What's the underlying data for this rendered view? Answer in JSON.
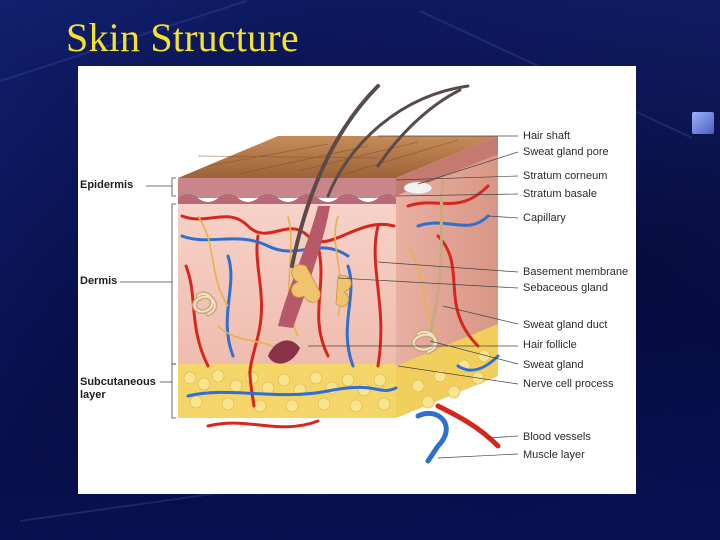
{
  "slide": {
    "title": "Skin Structure"
  },
  "diagram": {
    "left_labels": [
      {
        "key": "epidermis",
        "text": "Epidermis"
      },
      {
        "key": "dermis",
        "text": "Dermis"
      },
      {
        "key": "subcutaneous",
        "line1": "Subcutaneous",
        "line2": "layer"
      }
    ],
    "right_labels": [
      {
        "key": "hair-shaft",
        "text": "Hair shaft"
      },
      {
        "key": "sweat-gland-pore",
        "text": "Sweat gland pore"
      },
      {
        "key": "stratum-corneum",
        "text": "Stratum corneum"
      },
      {
        "key": "stratum-basale",
        "text": "Stratum basale"
      },
      {
        "key": "capillary",
        "text": "Capillary"
      },
      {
        "key": "basement-membrane",
        "text": "Basement membrane"
      },
      {
        "key": "sebaceous-gland",
        "text": "Sebaceous gland"
      },
      {
        "key": "sweat-gland-duct",
        "text": "Sweat gland duct"
      },
      {
        "key": "hair-follicle",
        "text": "Hair follicle"
      },
      {
        "key": "sweat-gland",
        "text": "Sweat gland"
      },
      {
        "key": "nerve-cell-process",
        "text": "Nerve cell process"
      },
      {
        "key": "blood-vessels",
        "text": "Blood vessels"
      },
      {
        "key": "muscle-layer",
        "text": "Muscle layer"
      }
    ]
  },
  "colors": {
    "title": "#f5e22a",
    "background": "#07104a",
    "epidermis_top": "#b47a4a",
    "dermis": "#f3c9c0",
    "fat": "#f4d56a",
    "artery": "#d7261e",
    "vein": "#2f6fd0",
    "nerve": "#e8b14a"
  }
}
